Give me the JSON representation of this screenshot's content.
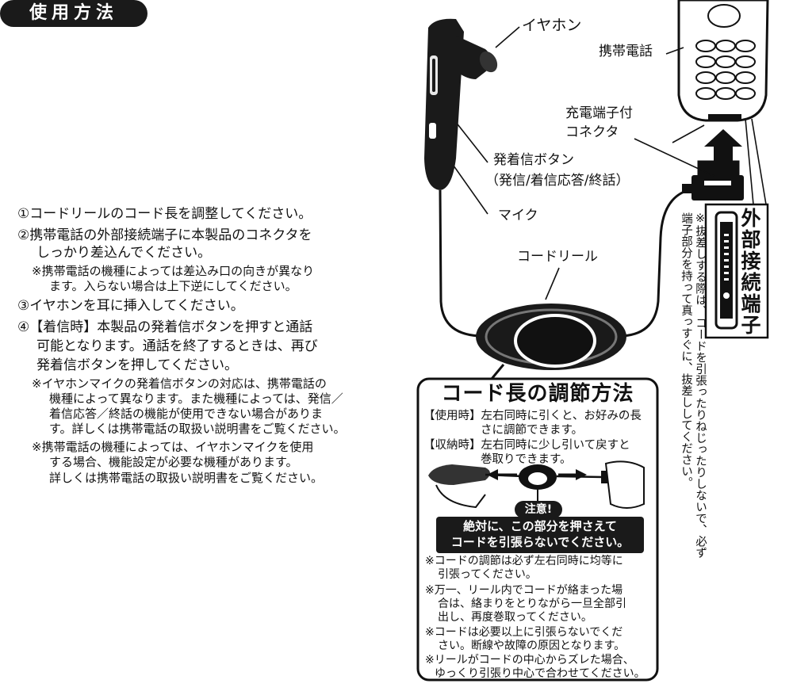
{
  "usage": {
    "heading": "使用方法",
    "step1": "①コードリールのコード長を調整してください。",
    "step2_line1": "②携帯電話の外部接続端子に本製品のコネクタを",
    "step2_line2": "しっかり差込んでください。",
    "step2_note1": "※携帯電話の機種によっては差込み口の向きが異なり",
    "step2_note2": "ます。入らない場合は上下逆にしてください。",
    "step3": "③イヤホンを耳に挿入してください。",
    "step4_line1": "④【着信時】本製品の発着信ボタンを押すと通話",
    "step4_line2": "可能となります。通話を終了するときは、再び",
    "step4_line3": "発着信ボタンを押してください。",
    "note_a1": "※イヤホンマイクの発着信ボタンの対応は、携帯電話の",
    "note_a2": "機種によって異なります。また機種によっては、発信／",
    "note_a3": "着信応答／終話の機能が使用できない場合がありま",
    "note_a4": "す。詳しくは携帯電話の取扱い説明書をご覧ください。",
    "note_b1": "※携帯電話の機種によっては、イヤホンマイクを使用",
    "note_b2": "する場合、機能設定が必要な機種があります。",
    "note_b3": "詳しくは携帯電話の取扱い説明書をご覧ください。"
  },
  "diagram": {
    "earphone": "イヤホン",
    "phone": "携帯電話",
    "connector_line1": "充電端子付",
    "connector_line2": "コネクタ",
    "button_line1": "発着信ボタン",
    "button_line2": "（発信/着信応答/終話）",
    "mic": "マイク",
    "reel": "コードリール",
    "side_label": "外部接続端子",
    "vertical_note": "※抜差しする際は、コードを引張ったりねじったりしないで、必ず端子部分を持って真っすぐに、抜差ししてください。"
  },
  "reel_box": {
    "title": "コード長の調節方法",
    "use_line1": "【使用時】左右同時に引くと、お好みの長",
    "use_line2": "さに調節できます。",
    "store_line1": "【収納時】左右同時に少し引いて戻すと",
    "store_line2": "巻取りできます。",
    "caution_badge": "注意!",
    "warning_line1": "絶対に、この部分を押さえて",
    "warning_line2": "コードを引張らないでください。",
    "note1_line1": "※コードの調節は必ず左右同時に均等に",
    "note1_line2": "引張ってください。",
    "note2_line1": "※万一、リール内でコードが絡まった場",
    "note2_line2": "合は、絡まりをとりながら一旦全部引",
    "note2_line3": "出し、再度巻取ってください。",
    "note3_line1": "※コードは必要以上に引張らないでくだ",
    "note3_line2": "さい。断線や故障の原因となります。",
    "note4_line1": "※リールがコードの中心からズレた場合、",
    "note4_line2": "ゆっくり引張り中心で合わせてください。"
  }
}
